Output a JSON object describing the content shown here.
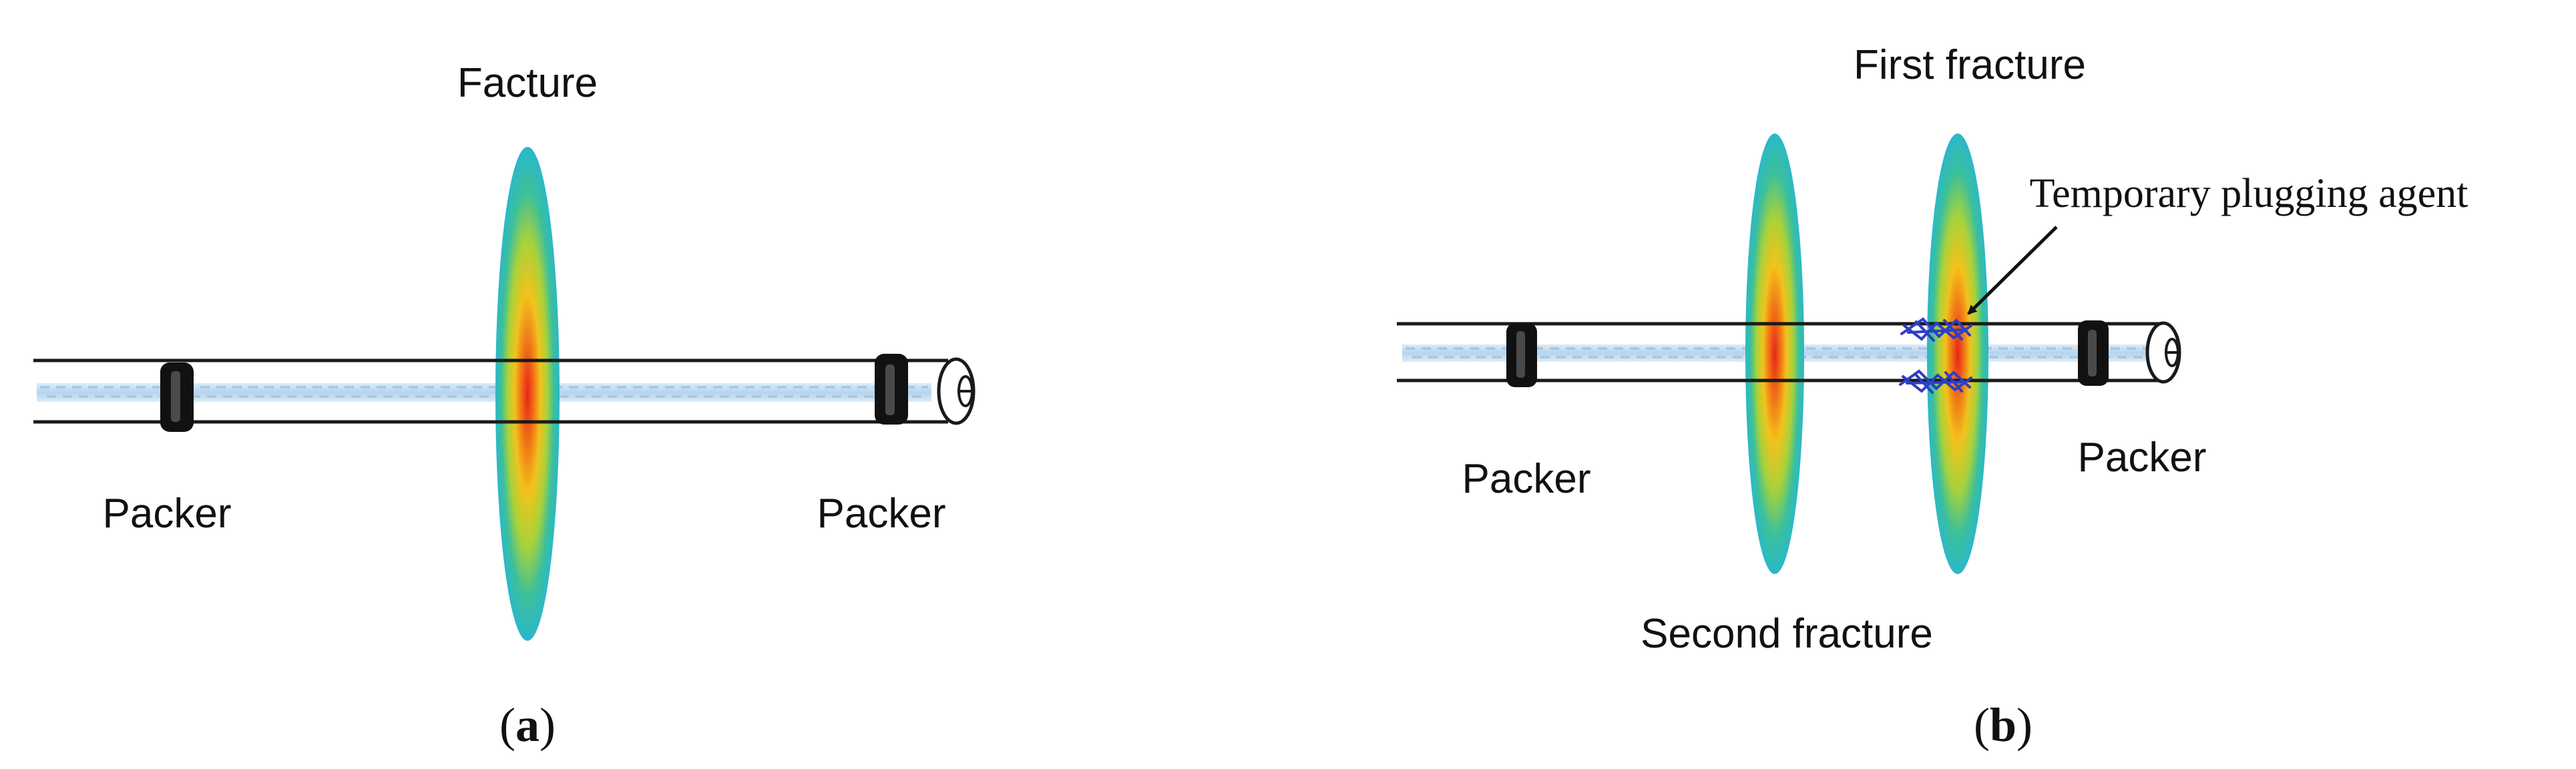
{
  "panel_a": {
    "fracture_label": "Facture",
    "packer_left_label": "Packer",
    "packer_right_label": "Packer",
    "caption_open": "(",
    "caption_letter": "a",
    "caption_close": ")"
  },
  "panel_b": {
    "first_fracture_label": "First fracture",
    "second_fracture_label": "Second fracture",
    "agent_label": "Temporary plugging agent",
    "packer_left_label": "Packer",
    "packer_right_label": "Packer",
    "caption_open": "(",
    "caption_letter": "b",
    "caption_close": ")"
  },
  "colors": {
    "fracture_core": "#e8241a",
    "fracture_mid": "#f2c21c",
    "fracture_outer": "#2bb8c9",
    "pipe_line": "#1a1a1a",
    "flow_streak": "#b9d7ee",
    "plugging_agent": "#2d3fc4"
  }
}
